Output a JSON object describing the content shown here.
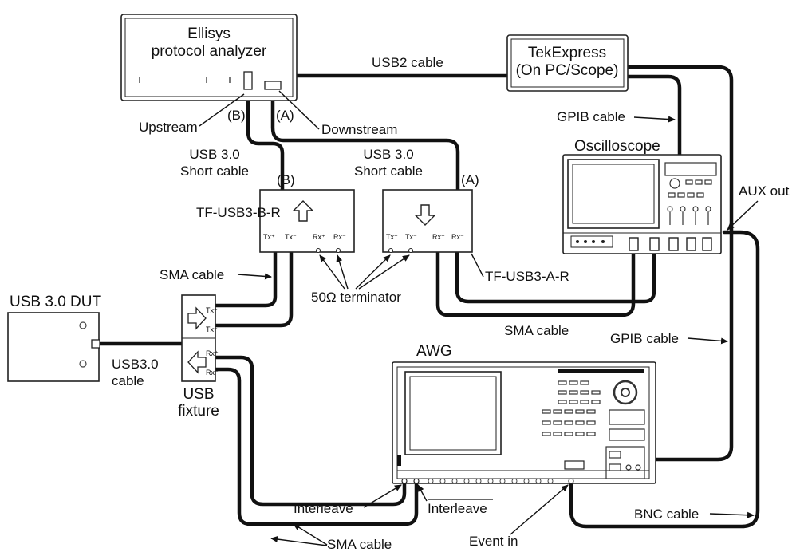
{
  "devices": {
    "ellisys": {
      "line1": "Ellisys",
      "line2": "protocol analyzer"
    },
    "tekexpress": {
      "line1": "TekExpress",
      "line2": "(On PC/Scope)"
    },
    "oscilloscope": "Oscilloscope",
    "awg": "AWG",
    "dut": "USB 3.0 DUT",
    "fixture": {
      "line1": "USB",
      "line2": "fixture"
    },
    "tf_b": "TF-USB3-B-R",
    "tf_a": "TF-USB3-A-R"
  },
  "ports": {
    "tx_plus": "Tx⁺",
    "tx_minus": "Tx⁻",
    "rx_plus": "Rx⁺",
    "rx_minus": "Rx⁻"
  },
  "labels": {
    "usb2_cable": "USB2 cable",
    "gpib_cable_top": "GPIB cable",
    "gpib_cable_right": "GPIB cable",
    "upstream": "Upstream",
    "downstream": "Downstream",
    "b_top": "(B)",
    "a_top": "(A)",
    "b_mid": "(B)",
    "a_mid": "(A)",
    "short_left_1": "USB 3.0",
    "short_left_2": "Short cable",
    "short_right_1": "USB 3.0",
    "short_right_2": "Short cable",
    "aux_out": "AUX out",
    "sma_cable_left": "SMA cable",
    "sma_cable_mid": "SMA cable",
    "sma_cable_bottom": "SMA cable",
    "terminator": "50Ω terminator",
    "usb3_cable_1": "USB3.0",
    "usb3_cable_2": "cable",
    "interleave": "Interleave",
    "interleave_bar": "Interleave",
    "event_in": "Event in",
    "bnc_cable": "BNC cable"
  }
}
